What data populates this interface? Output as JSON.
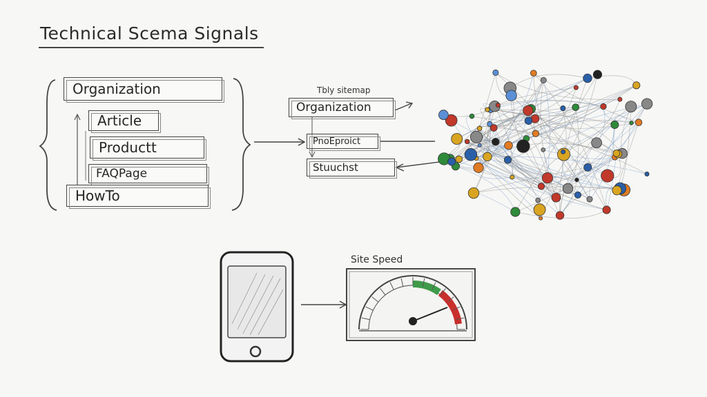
{
  "title": "Technical Scema Signals",
  "schema_list": {
    "items": [
      "Organization",
      "Article",
      "Productt",
      "FAQPage",
      "HowTo"
    ]
  },
  "middle": {
    "sitemap_label": "Tbly sitemap",
    "organization": "Organization",
    "product": "PnoEproict",
    "structured": "Stuuchst"
  },
  "speed": {
    "label": "Site Speed"
  },
  "colors": {
    "ink": "#3a3a3a",
    "gauge_green": "#3f9a4a",
    "gauge_red": "#c9302c",
    "node_blue": "#2a5fa8",
    "node_red": "#c0392b",
    "node_orange": "#e07b24",
    "node_green": "#2e8b3a",
    "node_dark": "#222222"
  },
  "icons": [
    "smartphone-icon",
    "speedometer-icon",
    "network-graph-icon"
  ]
}
